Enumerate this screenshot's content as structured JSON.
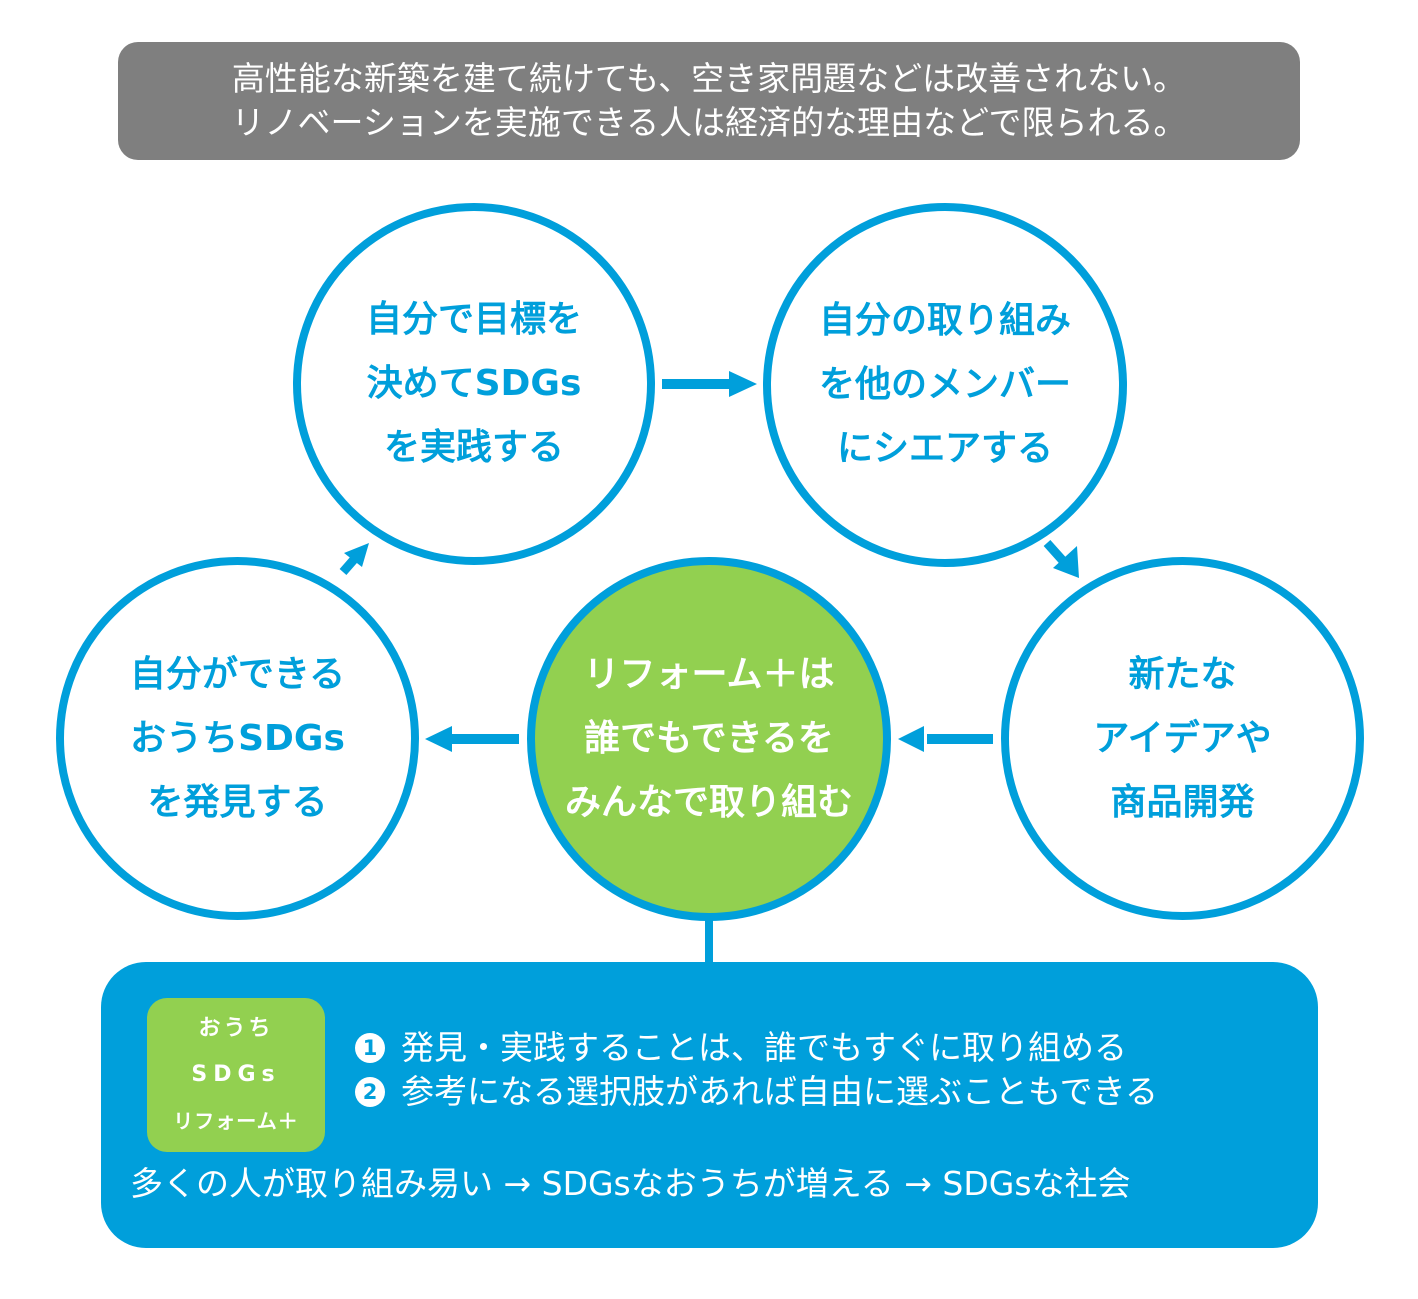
{
  "banner": {
    "lines": [
      "高性能な新築を建て続けても、空き家問題などは改善されない。",
      "リノベーションを実施できる人は経済的な理由などで限られる。"
    ],
    "color": "#7f7f7f"
  },
  "cycle": {
    "accent_color": "#009fdb",
    "center_color": "#92d050",
    "nodes": [
      {
        "id": "practice",
        "lines": [
          "自分で目標を",
          "決めてSDGs",
          "を実践する"
        ]
      },
      {
        "id": "share",
        "lines": [
          "自分の取り組み",
          "を他のメンバー",
          "にシエアする"
        ]
      },
      {
        "id": "develop",
        "lines": [
          "新たな",
          "アイデアや",
          "商品開発"
        ]
      },
      {
        "id": "center",
        "lines": [
          "リフォーム＋は",
          "誰でもできるを",
          "みんなで取り組む"
        ]
      },
      {
        "id": "discover",
        "lines": [
          "自分ができる",
          "おうちSDGs",
          "を発見する"
        ]
      }
    ],
    "arrows": [
      {
        "from": "discover",
        "to": "practice",
        "icon": "arrow-up-right-icon"
      },
      {
        "from": "practice",
        "to": "share",
        "icon": "arrow-right-icon"
      },
      {
        "from": "share",
        "to": "develop",
        "icon": "arrow-down-right-icon"
      },
      {
        "from": "develop",
        "to": "center",
        "icon": "arrow-left-icon"
      },
      {
        "from": "center",
        "to": "discover",
        "icon": "arrow-left-icon"
      }
    ]
  },
  "info": {
    "badge": [
      "おうち",
      "SDGs",
      "リフォーム＋"
    ],
    "points": [
      {
        "num": "1",
        "text": "発見・実践することは、誰でもすぐに取り組める"
      },
      {
        "num": "2",
        "text": "参考になる選択肢があれば自由に選ぶこともできる"
      }
    ],
    "summary": "多くの人が取り組み易い → SDGsなおうちが増える → SDGsな社会",
    "color": "#009fdb"
  }
}
